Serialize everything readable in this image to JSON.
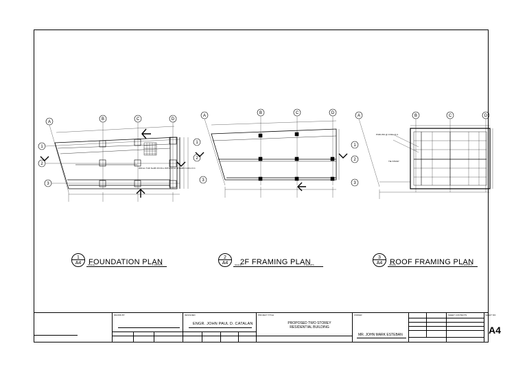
{
  "plans": [
    {
      "num": "1",
      "sheet": "A4",
      "title": "FOUNDATION PLAN",
      "scale_label": "SCALE",
      "scale_value": "1:100 MTS"
    },
    {
      "num": "2",
      "sheet": "A4",
      "title": "2F FRAMING PLAN",
      "scale_label": "SCALE",
      "scale_value": "1:100 MTS"
    },
    {
      "num": "3",
      "sheet": "A4",
      "title": "ROOF FRAMING PLAN",
      "scale_label": "SCALE",
      "scale_value": "1:100 MTS"
    }
  ],
  "grid": {
    "letters": [
      "A",
      "B",
      "C",
      "D"
    ],
    "numbers": [
      "1",
      "2",
      "3"
    ]
  },
  "notes": {
    "foundation": "200mm THK SLAB ON FILL WITH 10mm Ø BARS 0.40m O.C.",
    "roof_purlin": "PURLINS @ 0.60m O.C.",
    "roof_tie": "TIE STRAP"
  },
  "title_block": {
    "drawn_label": "DRAWN BY",
    "engineer_label": "DESIGNED",
    "engineer": "ENGR. JOHN PAUL D. CATALAN",
    "project_label": "PROJECT TITLE",
    "project_line1": "PROPOSED TWO STOREY",
    "project_line2": "RESIDENTIAL BUILDING",
    "owner_label": "OWNER",
    "owner": "MR. JOHN MARK ESTEBAN",
    "sheet_contents_label": "SHEET CONTENTS",
    "sheet_label": "SHEET NO.",
    "sheet_no": "A4"
  }
}
